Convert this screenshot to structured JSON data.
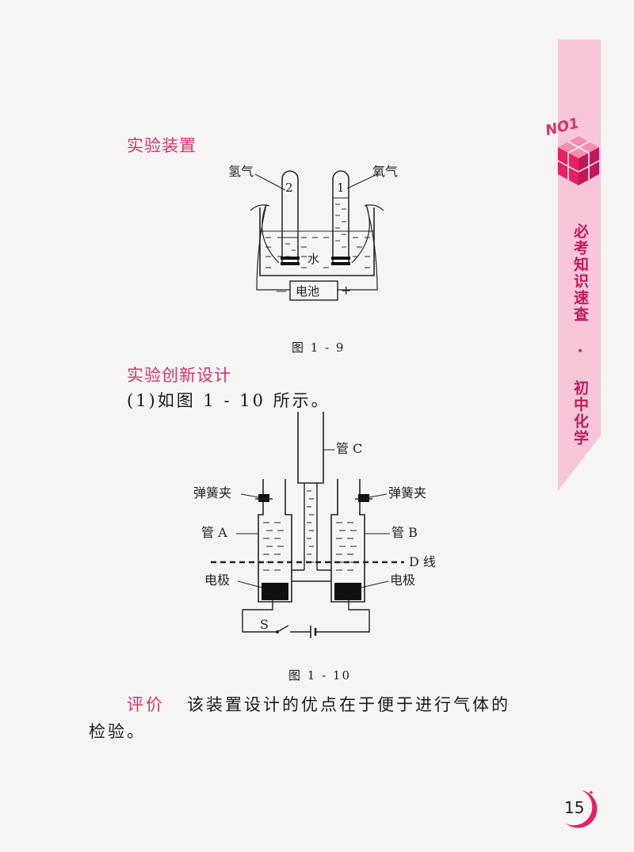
{
  "side_tab": {
    "badge": "NO1",
    "label": "必考知识速查 · 初中化学"
  },
  "section1": {
    "heading": "实验装置",
    "figure": {
      "label_hydrogen": "氢气",
      "label_oxygen": "氧气",
      "tube_left_number": "2",
      "tube_right_number": "1",
      "label_water": "水",
      "label_battery": "电池",
      "sign_minus": "—",
      "sign_plus": "+"
    },
    "caption": "图 1 - 9"
  },
  "section2": {
    "heading": "实验创新设计",
    "intro": "(1)如图 1 - 10 所示。",
    "figure": {
      "label_tube_c": "管 C",
      "label_clip_left": "弹簧夹",
      "label_clip_right": "弹簧夹",
      "label_tube_a": "管 A",
      "label_tube_b": "管 B",
      "label_d_line": "D 线",
      "label_electrode_left": "电极",
      "label_electrode_right": "电极",
      "label_switch": "S"
    },
    "caption": "图 1 - 10"
  },
  "evaluation": {
    "label": "评价",
    "text_line1": "该装置设计的优点在于便于进行气体的",
    "text_line2": "检验。"
  },
  "page_number": "15",
  "colors": {
    "accent": "#d6336c",
    "tab": "#f7c6d9"
  }
}
